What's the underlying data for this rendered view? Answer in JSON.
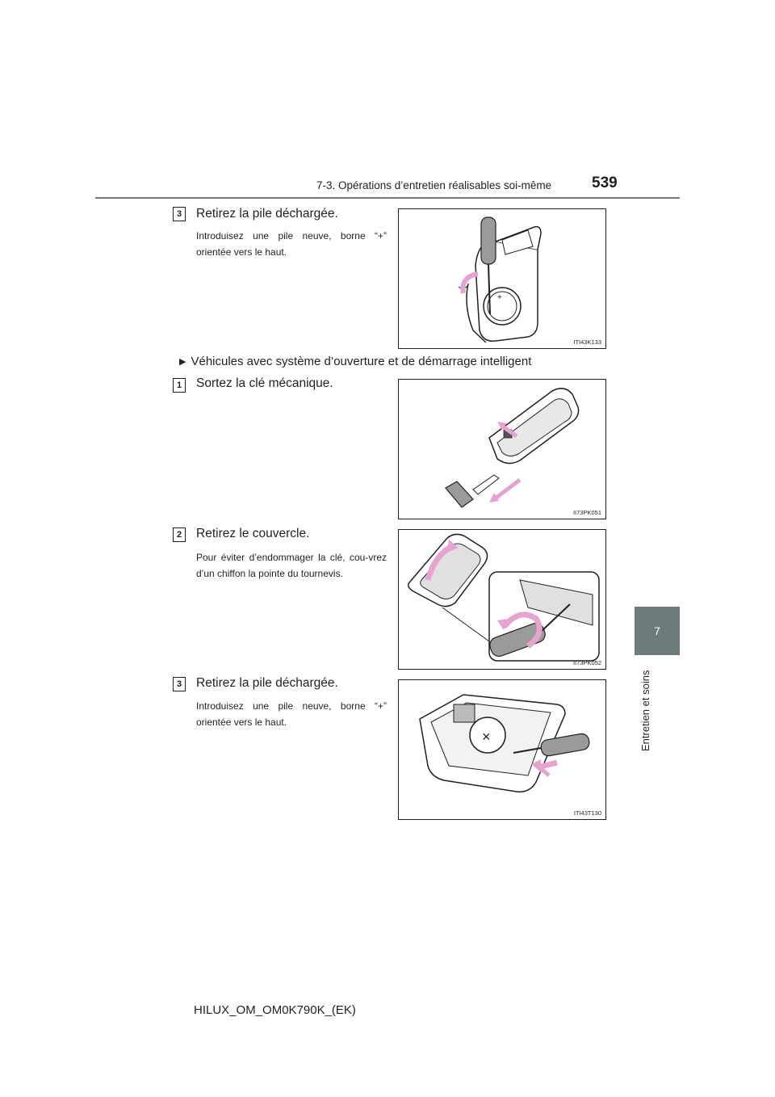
{
  "header": {
    "section_title": "7-3. Opérations d’entretien réalisables soi-même",
    "page_number": "539"
  },
  "side_tab": {
    "chapter_number": "7",
    "chapter_label": "Entretien et soins"
  },
  "steps_top": {
    "step3": {
      "badge": "3",
      "title": "Retirez la pile déchargée.",
      "body": "Introduisez une pile neuve, borne “+” orientée vers le haut.",
      "figure_code": "ITI43K133"
    }
  },
  "smart_section": {
    "heading": "Véhicules avec système d’ouverture et de démarrage intelligent",
    "step1": {
      "badge": "1",
      "title": "Sortez la clé mécanique.",
      "figure_code": "II73PK051"
    },
    "step2": {
      "badge": "2",
      "title": "Retirez le couvercle.",
      "body": "Pour éviter d’endommager la clé, cou-vrez d’un chiffon la pointe du tournevis.",
      "figure_code": "II73PK052"
    },
    "step3": {
      "badge": "3",
      "title": "Retirez la pile déchargée.",
      "body": "Introduisez une pile neuve, borne “+” orientée vers le haut.",
      "figure_code": "ITI43T130"
    }
  },
  "footer": {
    "doc_code": "HILUX_OM_OM0K790K_(EK)"
  },
  "colors": {
    "accent_gray": "#6d7b7b",
    "arrow_pink": "#e6a3d1",
    "ink": "#231f20"
  }
}
